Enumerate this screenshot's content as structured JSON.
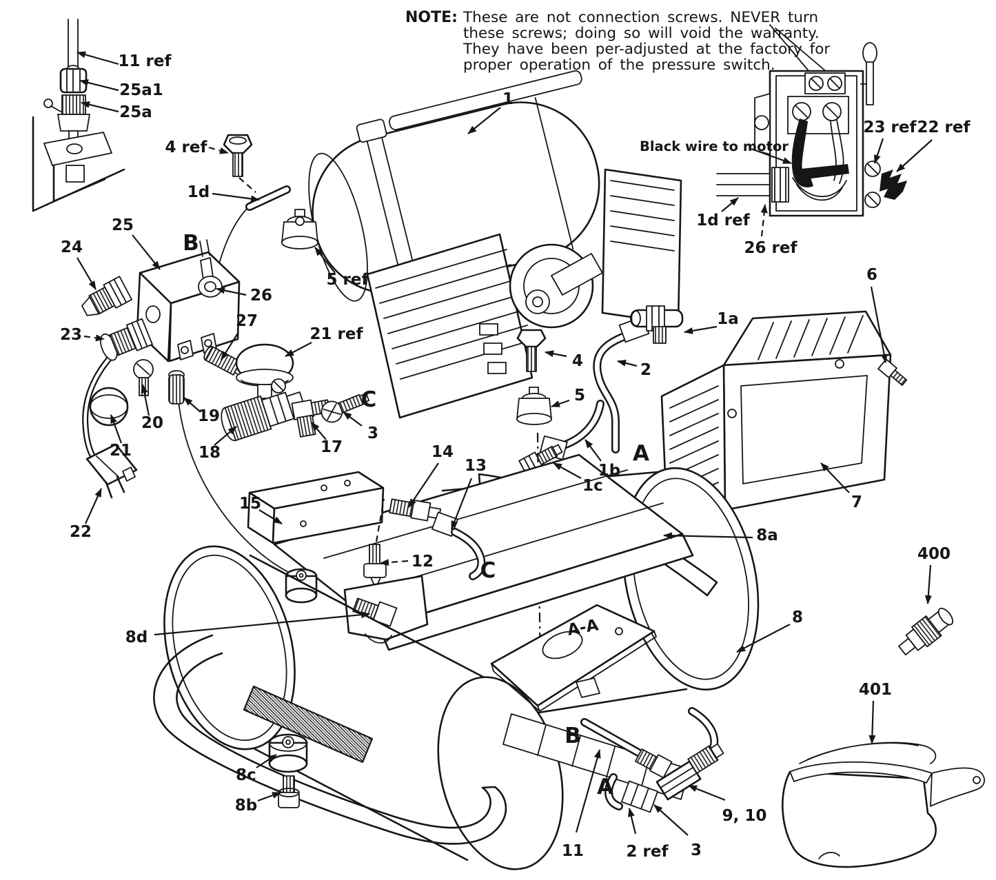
{
  "title": "Air compressor exploded parts diagram",
  "note": {
    "label": "NOTE:",
    "lines": [
      "These are not connection screws.  NEVER turn",
      "these screws; doing so will void the warranty.",
      "They have been per-adjusted at the factory for",
      "proper operation of the pressure switch."
    ]
  },
  "callouts": [
    {
      "id": "11-ref",
      "text": "11 ref"
    },
    {
      "id": "25a1",
      "text": "25a1"
    },
    {
      "id": "25a",
      "text": "25a"
    },
    {
      "id": "4-ref",
      "text": "4 ref"
    },
    {
      "id": "1d",
      "text": "1d"
    },
    {
      "id": "25",
      "text": "25"
    },
    {
      "id": "b-upper",
      "text": "B"
    },
    {
      "id": "24",
      "text": "24"
    },
    {
      "id": "26",
      "text": "26"
    },
    {
      "id": "23",
      "text": "23"
    },
    {
      "id": "27",
      "text": "27"
    },
    {
      "id": "21-ref",
      "text": "21 ref"
    },
    {
      "id": "c-upper",
      "text": "C"
    },
    {
      "id": "20",
      "text": "20"
    },
    {
      "id": "19",
      "text": "19"
    },
    {
      "id": "21",
      "text": "21"
    },
    {
      "id": "18",
      "text": "18"
    },
    {
      "id": "17",
      "text": "17"
    },
    {
      "id": "3-upper",
      "text": "3"
    },
    {
      "id": "22",
      "text": "22"
    },
    {
      "id": "5-ref",
      "text": "5 ref"
    },
    {
      "id": "1",
      "text": "1"
    },
    {
      "id": "4",
      "text": "4"
    },
    {
      "id": "5",
      "text": "5"
    },
    {
      "id": "2",
      "text": "2"
    },
    {
      "id": "1a",
      "text": "1a"
    },
    {
      "id": "1b",
      "text": "1b"
    },
    {
      "id": "1c",
      "text": "1c"
    },
    {
      "id": "a-center",
      "text": "A"
    },
    {
      "id": "6",
      "text": "6"
    },
    {
      "id": "7",
      "text": "7"
    },
    {
      "id": "8a",
      "text": "8a"
    },
    {
      "id": "23-ref",
      "text": "23 ref"
    },
    {
      "id": "22-ref",
      "text": "22 ref"
    },
    {
      "id": "black-wire",
      "text": "Black wire to motor"
    },
    {
      "id": "1d-ref",
      "text": "1d ref"
    },
    {
      "id": "26-ref",
      "text": "26 ref"
    },
    {
      "id": "14",
      "text": "14"
    },
    {
      "id": "13",
      "text": "13"
    },
    {
      "id": "15",
      "text": "15"
    },
    {
      "id": "12",
      "text": "12"
    },
    {
      "id": "c-lower",
      "text": "C"
    },
    {
      "id": "8d",
      "text": "8d"
    },
    {
      "id": "section-aa",
      "text": "A-A"
    },
    {
      "id": "8",
      "text": "8"
    },
    {
      "id": "400",
      "text": "400"
    },
    {
      "id": "401",
      "text": "401"
    },
    {
      "id": "8c",
      "text": "8c"
    },
    {
      "id": "8b",
      "text": "8b"
    },
    {
      "id": "b-lower",
      "text": "B"
    },
    {
      "id": "a-lower",
      "text": "A"
    },
    {
      "id": "11",
      "text": "11"
    },
    {
      "id": "2-ref",
      "text": "2 ref"
    },
    {
      "id": "3-lower",
      "text": "3"
    },
    {
      "id": "9-10",
      "text": "9, 10"
    }
  ],
  "style": {
    "line_color": "#161616",
    "background": "#ffffff"
  }
}
